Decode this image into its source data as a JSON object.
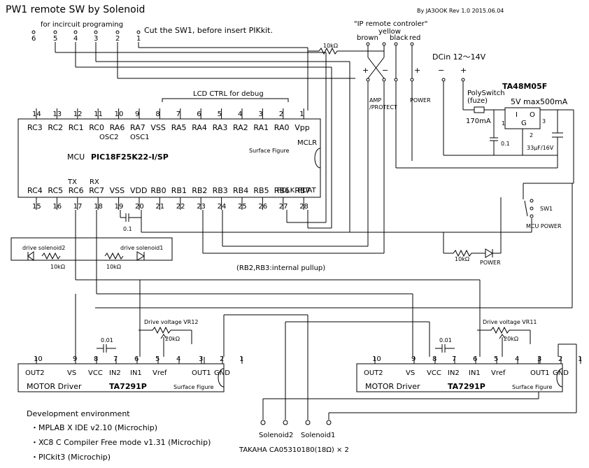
{
  "header": {
    "title": "PW1 remote SW by Solenoid",
    "author": "By JA3OOK Rev 1.0  2015.06.04"
  },
  "icsp": {
    "label": "for incircuit programing",
    "note": "Cut the SW1, before insert PIKkit.",
    "pins": [
      "6",
      "5",
      "4",
      "3",
      "2",
      "1"
    ]
  },
  "remote": {
    "title": "\"IP remote controler\"",
    "wires": [
      "brown",
      "yellow",
      "black",
      "red"
    ],
    "signs": [
      "+",
      "−",
      "+"
    ],
    "amp_protect": "AMP\n/PROTECT",
    "amp": "AMP",
    "protect": "/PROTECT",
    "power": "POWER",
    "resistor": "10kΩ"
  },
  "power_in": {
    "label": "DCin  12～14V",
    "minus": "−",
    "plus": "+"
  },
  "regulator": {
    "part": "TA48M05F",
    "spec": "5V max500mA",
    "pins": {
      "i": "I",
      "o": "O",
      "g": "G",
      "p1": "1",
      "p2": "2",
      "p3": "3"
    },
    "polyswitch": "PolySwitch",
    "fuze": "(fuze)",
    "fuse_rating": "170mA",
    "cap1": "0.1",
    "cap2": "33μF/16V"
  },
  "mcu": {
    "lcd_label": "LCD CTRL for debug",
    "top_pin_numbers": [
      "14",
      "13",
      "12",
      "11",
      "10",
      "9",
      "8",
      "7",
      "6",
      "5",
      "4",
      "3",
      "2",
      "1"
    ],
    "top_pin_names": [
      "RC3",
      "RC2",
      "RC1",
      "RC0",
      "RA6",
      "RA7",
      "VSS",
      "RA5",
      "RA4",
      "RA3",
      "RA2",
      "RA1",
      "RA0",
      "Vpp"
    ],
    "osc2": "OSC2",
    "osc1": "OSC1",
    "mclr": "MCLR",
    "label_prefix": "MCU",
    "part": "PIC18F25K22-I/SP",
    "surface": "Surface Figure",
    "bottom_pin_names": [
      "RC4",
      "RC5",
      "RC6",
      "RC7",
      "VSS",
      "VDD",
      "RB0",
      "RB1",
      "RB2",
      "RB3",
      "RB4",
      "RB5",
      "RB6",
      "RB7"
    ],
    "bottom_pin_numbers": [
      "15",
      "16",
      "17",
      "18",
      "19",
      "20",
      "21",
      "22",
      "23",
      "24",
      "25",
      "26",
      "27",
      "28"
    ],
    "tx": "TX",
    "rx": "RX",
    "pclk": "PCLK",
    "pdat": "PDAT",
    "bypass_cap": "0.1"
  },
  "indicators": {
    "solenoid2": "drive solenoid2",
    "solenoid1": "drive solenoid1",
    "r_left": "10kΩ",
    "r_mid": "10kΩ",
    "r_power": "10kΩ",
    "power_led": "POWER",
    "pullup_note": "(RB2,RB3:internal pullup)",
    "sw1": "SW1",
    "mcu_power": "MCU POWER"
  },
  "drivers": [
    {
      "label": "MOTOR Driver",
      "part": "TA7291P",
      "surface": "Surface Figure",
      "top_pins": [
        "10",
        "9",
        "8",
        "7",
        "6",
        "5",
        "4",
        "3",
        "2",
        "1"
      ],
      "names": [
        "OUT2",
        "VS",
        "VCC",
        "IN2",
        "IN1",
        "Vref",
        "OUT1",
        "GND"
      ],
      "vr": "Drive voltage VR12",
      "vr_value": "20kΩ",
      "cap": "0.01"
    },
    {
      "label": "MOTOR Driver",
      "part": "TA7291P",
      "surface": "Surface Figure",
      "top_pins": [
        "10",
        "9",
        "8",
        "7",
        "6",
        "5",
        "4",
        "3",
        "2",
        "1"
      ],
      "names": [
        "OUT2",
        "VS",
        "VCC",
        "IN2",
        "IN1",
        "Vref",
        "OUT1",
        "GND"
      ],
      "vr": "Drive voltage VR11",
      "vr_value": "20kΩ",
      "cap": "0.01"
    }
  ],
  "solenoids": {
    "labels": [
      "Solenoid2",
      "Solenoid1"
    ],
    "part": "TAKAHA CA05310180(18Ω)  × 2"
  },
  "dev_env": {
    "title": "Development environment",
    "items": [
      "・MPLAB X IDE v2.10 (Microchip)",
      "・XC8 C Compiler Free mode v1.31 (Microchip)",
      "・PICkit3 (Microchip)"
    ]
  }
}
